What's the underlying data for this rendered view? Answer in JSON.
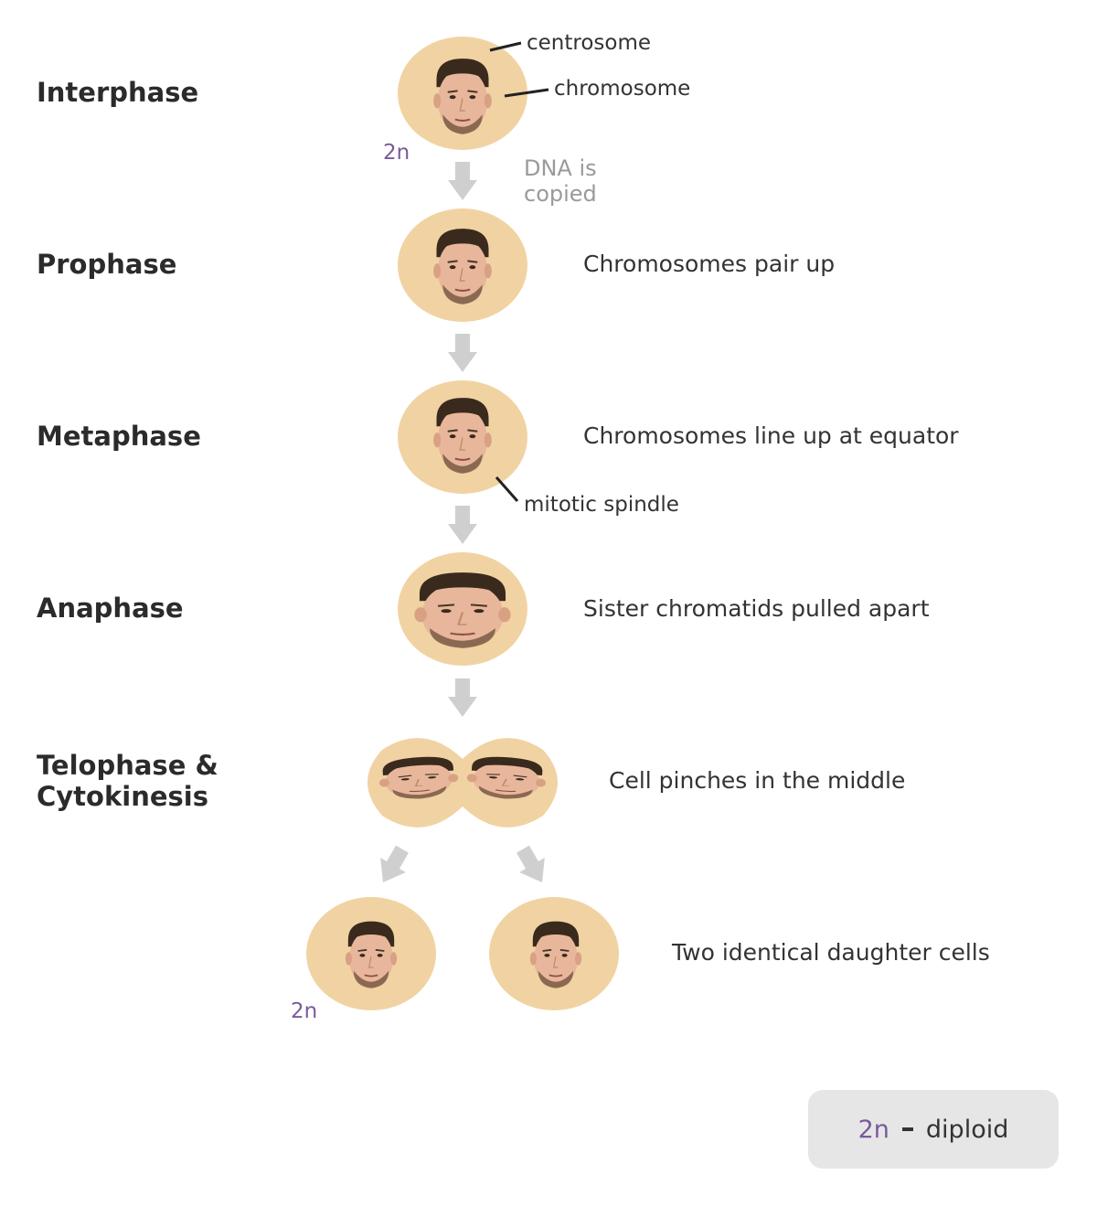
{
  "colors": {
    "cell_fill": "#f1d3a3",
    "arrow": "#cfcfcf",
    "ploidy_accent": "#7a5a9a",
    "note_gray": "#9a9a9a",
    "legend_bg": "#e6e6e6"
  },
  "stages": [
    {
      "name": "Interphase"
    },
    {
      "name": "Prophase",
      "description": "Chromosomes pair up"
    },
    {
      "name": "Metaphase",
      "description": "Chromosomes line up at equator"
    },
    {
      "name": "Anaphase",
      "description": "Sister chromatids pulled apart"
    },
    {
      "name": "Telophase &",
      "name_line2": "Cytokinesis",
      "description": "Cell pinches in the middle"
    },
    {
      "description": "Two identical daughter cells"
    }
  ],
  "labels": {
    "centrosome": "centrosome",
    "chromosome": "chromosome",
    "spindle": "mitotic spindle"
  },
  "notes": {
    "dna_line1": "DNA is",
    "dna_line2": "copied"
  },
  "ploidy": {
    "top": "2n",
    "bottom": "2n"
  },
  "legend": {
    "symbol": "2n",
    "meaning": "diploid"
  },
  "icons": [
    "face-chromosome-icon",
    "down-arrow-icon",
    "diagonal-arrow-icon"
  ]
}
